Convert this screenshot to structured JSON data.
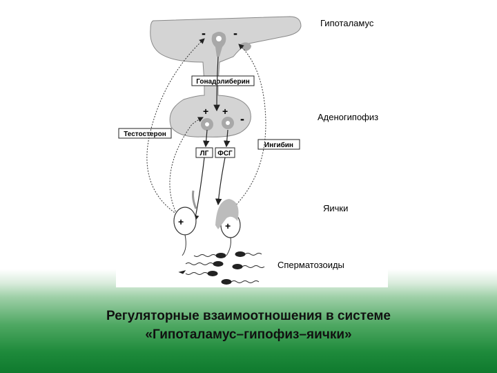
{
  "diagram": {
    "level_labels": {
      "hypothalamus": "Гипоталамус",
      "adenohypophysis": "Аденогипофиз",
      "testes": "Яички",
      "sperm": "Сперматозоиды"
    },
    "box_labels": {
      "gonadoliberin": "Гонадолиберин",
      "testosterone": "Тестостерон",
      "inhibin": "Ингибин",
      "lh": "ЛГ",
      "fsh": "ФСГ"
    },
    "signs": {
      "minus": "-",
      "plus": "+"
    }
  },
  "caption": {
    "line1": "Регуляторные взаимоотношения в системе",
    "line2": "«Гипоталамус–гипофиз–яички»"
  }
}
